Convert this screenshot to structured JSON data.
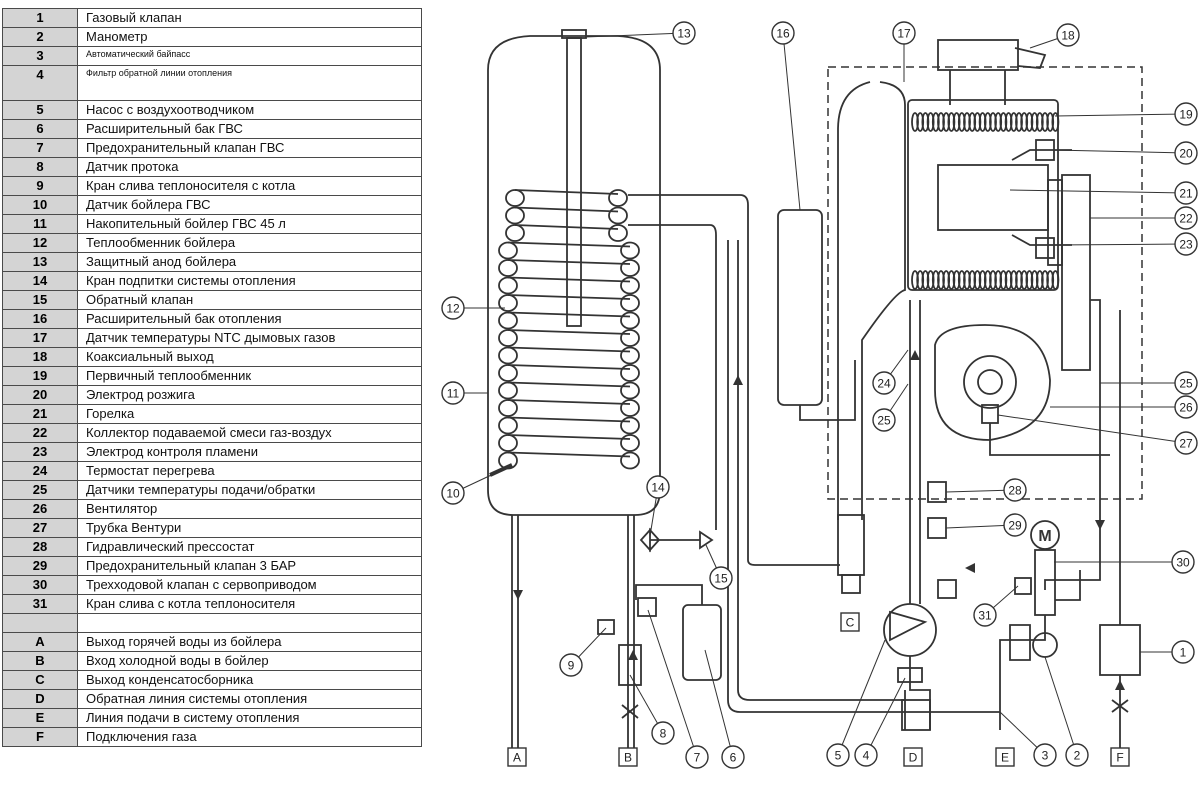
{
  "legend": {
    "rows": [
      {
        "key": "1",
        "text": "Газовый клапан"
      },
      {
        "key": "2",
        "text": "Манометр"
      },
      {
        "key": "3",
        "text": "Автоматический байпасс"
      },
      {
        "key": "4",
        "text": "Фильтр обратной линии отопления"
      },
      {
        "key": "5",
        "text": "Насос с воздухоотводчиком"
      },
      {
        "key": "6",
        "text": "Расширительный бак ГВС"
      },
      {
        "key": "7",
        "text": "Предохранительный клапан ГВС"
      },
      {
        "key": "8",
        "text": "Датчик протока"
      },
      {
        "key": "9",
        "text": "Кран слива теплоносителя с котла"
      },
      {
        "key": "10",
        "text": "Датчик бойлера ГВС"
      },
      {
        "key": "11",
        "text": "Накопительный бойлер ГВС 45 л"
      },
      {
        "key": "12",
        "text": "Теплообменник бойлера"
      },
      {
        "key": "13",
        "text": "Защитный анод бойлера"
      },
      {
        "key": "14",
        "text": "Кран подпитки системы отопления"
      },
      {
        "key": "15",
        "text": "Обратный клапан"
      },
      {
        "key": "16",
        "text": "Расширительный бак отопления"
      },
      {
        "key": "17",
        "text": "Датчик температуры NTC дымовых газов"
      },
      {
        "key": "18",
        "text": "Коаксиальный выход"
      },
      {
        "key": "19",
        "text": "Первичный теплообменник"
      },
      {
        "key": "20",
        "text": "Электрод розжига"
      },
      {
        "key": "21",
        "text": "Горелка"
      },
      {
        "key": "22",
        "text": "Коллектор подаваемой смеси газ-воздух"
      },
      {
        "key": "23",
        "text": "Электрод контроля пламени"
      },
      {
        "key": "24",
        "text": "Термостат перегрева"
      },
      {
        "key": "25",
        "text": "Датчики температуры подачи/обратки"
      },
      {
        "key": "26",
        "text": "Вентилятор"
      },
      {
        "key": "27",
        "text": "Трубка Вентури"
      },
      {
        "key": "28",
        "text": "Гидравлический прессостат"
      },
      {
        "key": "29",
        "text": "Предохранительный клапан 3 БАР"
      },
      {
        "key": "30",
        "text": "Трехходовой клапан с сервоприводом"
      },
      {
        "key": "31",
        "text": "Кран слива с котла теплоносителя"
      },
      {
        "key": "",
        "text": ""
      },
      {
        "key": "A",
        "text": "Выход горячей воды из бойлера"
      },
      {
        "key": "B",
        "text": "Вход холодной воды в бойлер"
      },
      {
        "key": "C",
        "text": "Выход конденсатосборника"
      },
      {
        "key": "D",
        "text": "Обратная линия системы отопления"
      },
      {
        "key": "E",
        "text": "Линия подачи в систему отопления"
      },
      {
        "key": "F",
        "text": "Подключения газа"
      }
    ]
  },
  "diagram": {
    "callouts": [
      "1",
      "2",
      "3",
      "4",
      "5",
      "6",
      "7",
      "8",
      "9",
      "10",
      "11",
      "12",
      "13",
      "14",
      "15",
      "16",
      "17",
      "18",
      "19",
      "20",
      "21",
      "22",
      "23",
      "24",
      "25",
      "25",
      "26",
      "27",
      "28",
      "29",
      "30",
      "31"
    ],
    "connections": [
      "A",
      "B",
      "C",
      "D",
      "E",
      "F"
    ],
    "motor_label": "M"
  }
}
